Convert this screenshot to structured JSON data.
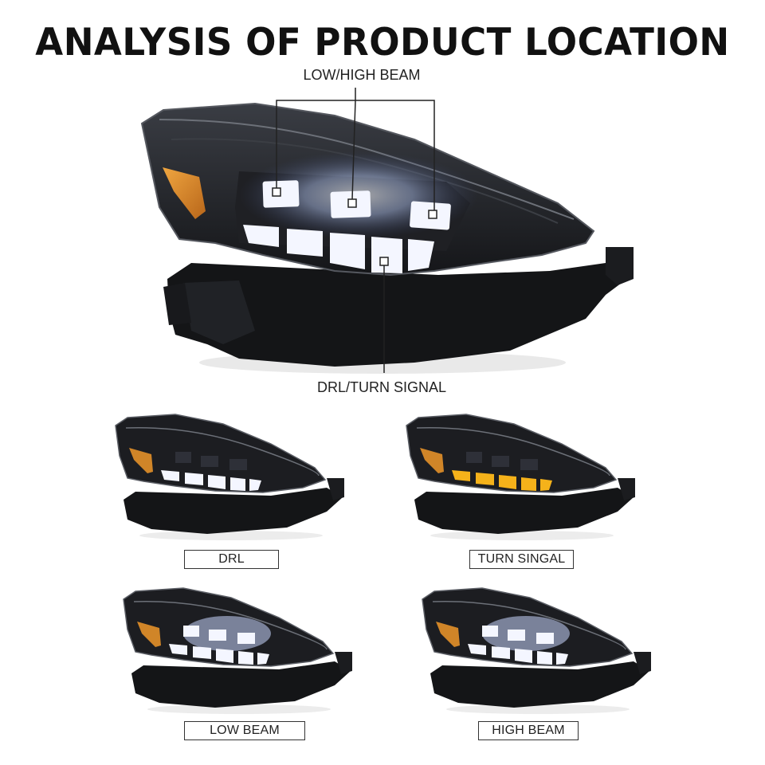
{
  "title": "ANALYSIS OF PRODUCT LOCATION",
  "callouts": {
    "top": "LOW/HIGH BEAM",
    "bottom": "DRL/TURN SIGNAL"
  },
  "modes": [
    {
      "label": "DRL",
      "drl_color": "#f4f6ff",
      "beam_on": false
    },
    {
      "label": "TURN SINGAL",
      "drl_color": "#f5b21a",
      "beam_on": false
    },
    {
      "label": "LOW BEAM",
      "drl_color": "#f4f6ff",
      "beam_on": true
    },
    {
      "label": "HIGH BEAM",
      "drl_color": "#f4f6ff",
      "beam_on": true
    }
  ],
  "colors": {
    "housing": "#1c1d20",
    "amber_reflector": "#d7861e",
    "led_white": "#f4f6ff",
    "led_amber": "#f5b21a"
  }
}
